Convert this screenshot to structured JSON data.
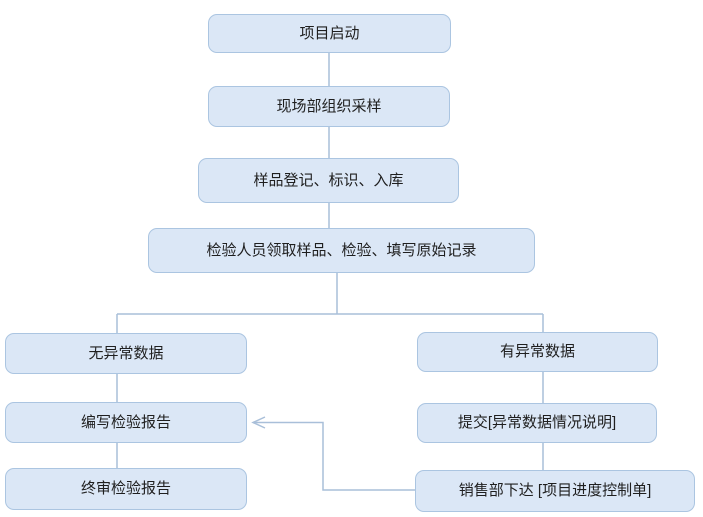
{
  "diagram": {
    "type": "flowchart",
    "nodes": [
      {
        "id": "project-start",
        "label": "项目启动"
      },
      {
        "id": "field-sampling",
        "label": "现场部组织采样"
      },
      {
        "id": "sample-registration",
        "label": "样品登记、标识、入库"
      },
      {
        "id": "inspection-record",
        "label": "检验人员领取样品、检验、填写原始记录"
      },
      {
        "id": "no-abnormal-data",
        "label": "无异常数据"
      },
      {
        "id": "write-report",
        "label": "编写检验报告"
      },
      {
        "id": "final-review-report",
        "label": "终审检验报告"
      },
      {
        "id": "abnormal-data",
        "label": "有异常数据"
      },
      {
        "id": "submit-abnormal-note",
        "label": "提交[异常数据情况说明]"
      },
      {
        "id": "sales-control-sheet",
        "label": "销售部下达 [项目进度控制单]"
      }
    ],
    "edges": [
      {
        "from": "project-start",
        "to": "field-sampling",
        "arrow": false
      },
      {
        "from": "field-sampling",
        "to": "sample-registration",
        "arrow": false
      },
      {
        "from": "sample-registration",
        "to": "inspection-record",
        "arrow": false
      },
      {
        "from": "inspection-record",
        "to": "no-abnormal-data",
        "arrow": false
      },
      {
        "from": "inspection-record",
        "to": "abnormal-data",
        "arrow": false
      },
      {
        "from": "no-abnormal-data",
        "to": "write-report",
        "arrow": false
      },
      {
        "from": "write-report",
        "to": "final-review-report",
        "arrow": false
      },
      {
        "from": "abnormal-data",
        "to": "submit-abnormal-note",
        "arrow": false
      },
      {
        "from": "submit-abnormal-note",
        "to": "sales-control-sheet",
        "arrow": false
      },
      {
        "from": "sales-control-sheet",
        "to": "write-report",
        "arrow": true
      }
    ],
    "colors": {
      "node_fill": "#dbe7f6",
      "node_border": "#abc5e1",
      "connector": "#a9bfd9",
      "text": "#1f1f1f",
      "bg": "#ffffff"
    }
  }
}
